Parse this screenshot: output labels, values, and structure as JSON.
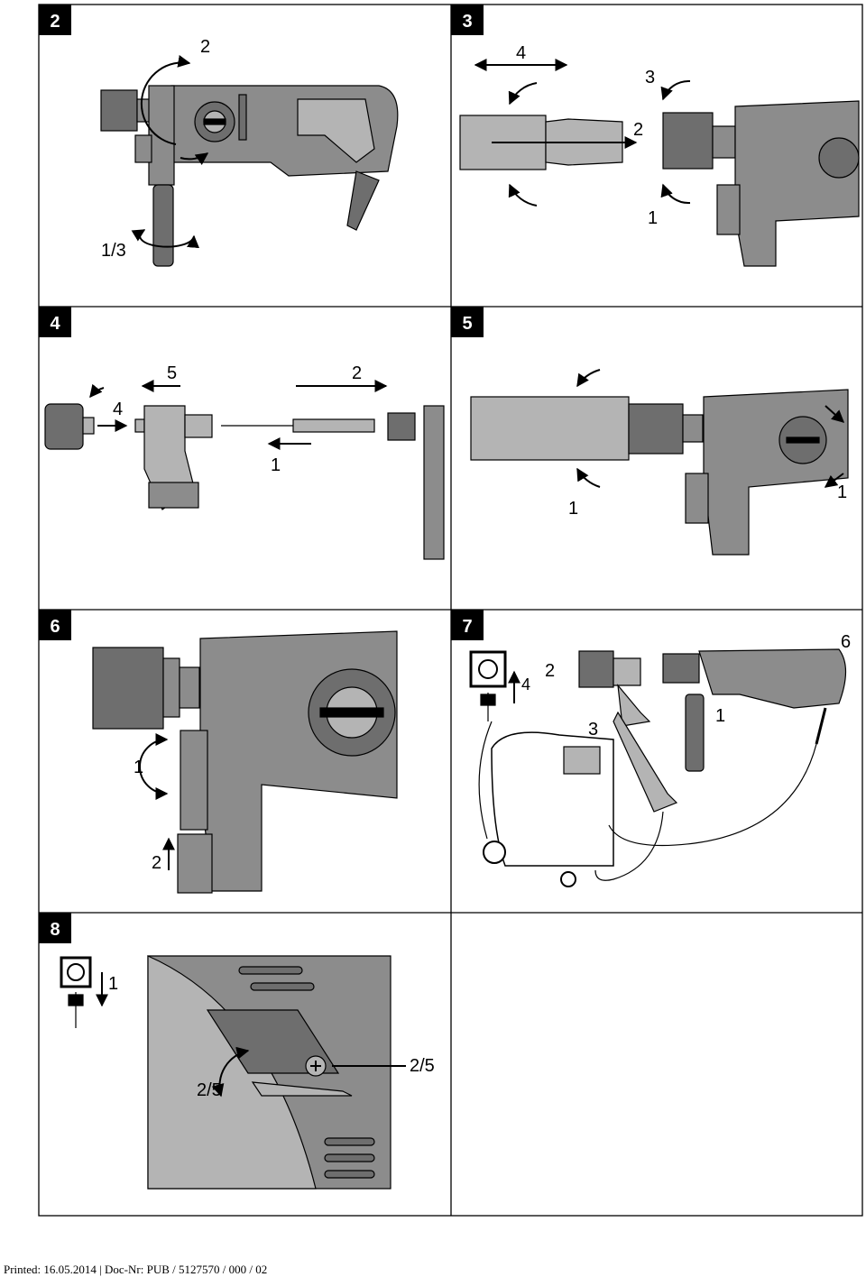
{
  "panels": [
    {
      "step": "2",
      "callouts": {
        "rotate_top": "2",
        "rotate_grip": "1/3"
      }
    },
    {
      "step": "3",
      "callouts": {
        "slide": "4",
        "insert": "2",
        "rotate_top": "3",
        "rotate_bottom": "1"
      }
    },
    {
      "step": "4",
      "callouts": {
        "remove_bit": "4",
        "slide_left": "5",
        "slide_right": "2",
        "push_left": "1"
      }
    },
    {
      "step": "5",
      "callouts": {
        "rotate": "1",
        "selector": "1"
      }
    },
    {
      "step": "6",
      "callouts": {
        "rotate": "1",
        "lift": "2"
      }
    },
    {
      "step": "7",
      "callouts": {
        "plug": "4",
        "attach": "2",
        "hose": "3",
        "handle": "1",
        "switch": "6"
      }
    },
    {
      "step": "8",
      "callouts": {
        "unplug": "1",
        "left": "2/5",
        "right": "2/5"
      }
    }
  ],
  "colors": {
    "gray_dark": "#6e6e6e",
    "gray_mid": "#8c8c8c",
    "gray_light": "#b4b4b4",
    "black": "#000000"
  },
  "footer": "Printed: 16.05.2014 | Doc-Nr: PUB / 5127570 / 000 / 02"
}
